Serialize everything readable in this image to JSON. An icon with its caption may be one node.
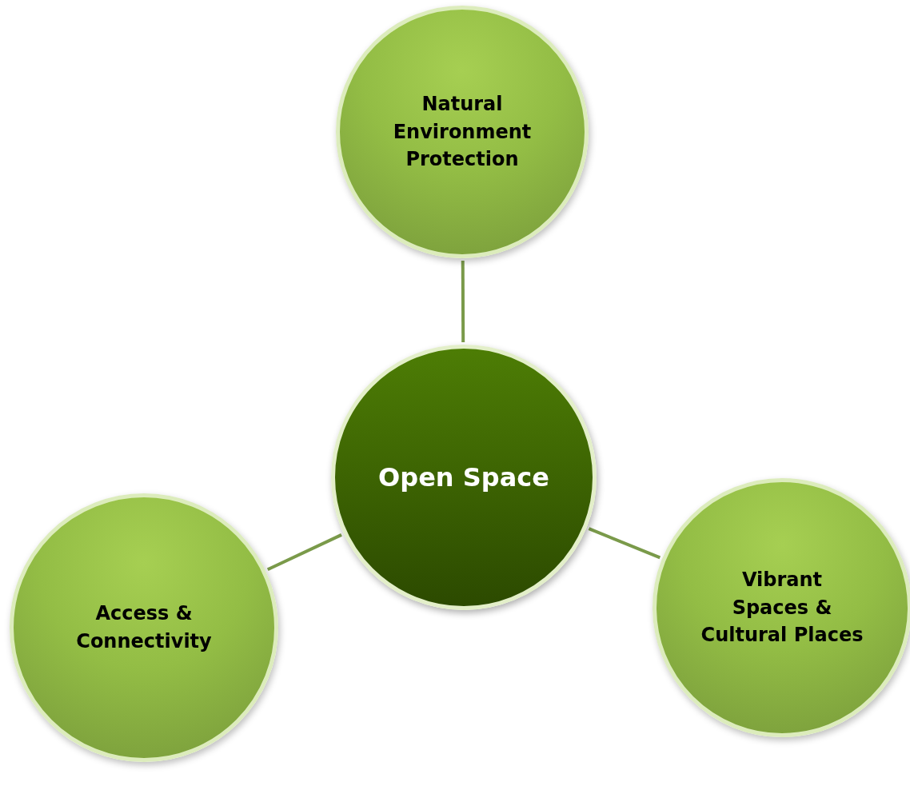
{
  "diagram": {
    "nodes": [
      {
        "text": [
          "Open Space"
        ]
      },
      {
        "text": [
          "Natural Environment Protection"
        ]
      },
      {
        "text": [
          "Vibrant Spaces & Cultural Places"
        ]
      },
      {
        "text": [
          "Access & Connectivity"
        ]
      }
    ],
    "edges": [
      {
        "from": 0,
        "to": 1,
        "arrow": "none"
      },
      {
        "from": 0,
        "to": 2,
        "arrow": "none"
      },
      {
        "from": 0,
        "to": 3,
        "arrow": "none"
      }
    ]
  }
}
